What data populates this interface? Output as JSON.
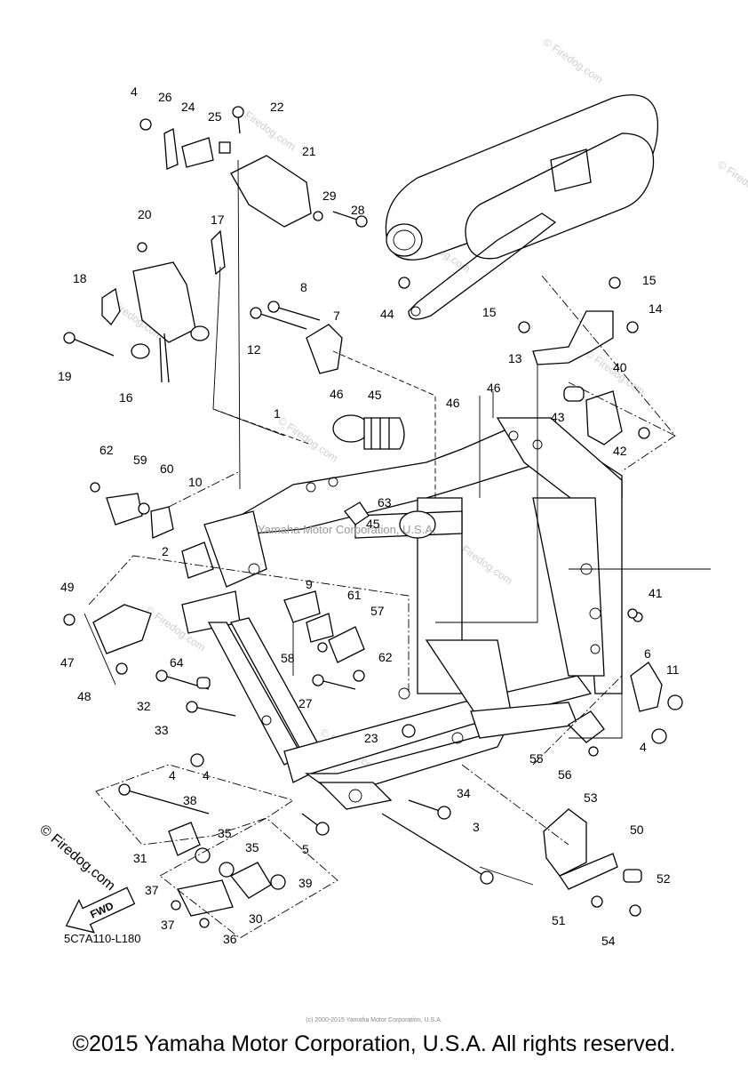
{
  "diagram": {
    "code": "5C7A110-L180",
    "copyright": "©2015 Yamaha Motor Corporation, U.S.A. All rights reserved.",
    "center_watermark": "Yamaha Motor Corporation, U.S.A.",
    "tiny_credit": "(c) 2000-2015 Yamaha Motor Corporation, U.S.A.",
    "brand_watermark": "© Firedog.com",
    "fwd_label": "FWD",
    "callouts": [
      "1",
      "2",
      "3",
      "4",
      "4",
      "4",
      "4",
      "5",
      "6",
      "7",
      "8",
      "9",
      "10",
      "11",
      "12",
      "13",
      "14",
      "15",
      "15",
      "16",
      "17",
      "18",
      "19",
      "20",
      "21",
      "22",
      "23",
      "24",
      "25",
      "26",
      "27",
      "28",
      "29",
      "30",
      "31",
      "32",
      "33",
      "34",
      "35",
      "35",
      "36",
      "37",
      "37",
      "38",
      "39",
      "40",
      "41",
      "42",
      "43",
      "44",
      "45",
      "45",
      "46",
      "46",
      "46",
      "47",
      "48",
      "49",
      "50",
      "51",
      "52",
      "53",
      "54",
      "55",
      "56",
      "57",
      "58",
      "59",
      "60",
      "61",
      "62",
      "62",
      "63",
      "64"
    ]
  },
  "colors": {
    "line": "#000000",
    "background": "#ffffff",
    "watermark": "#cfcfcf"
  }
}
